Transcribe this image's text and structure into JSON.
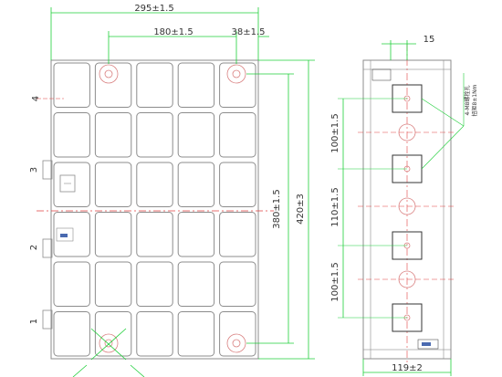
{
  "drawing": {
    "colors": {
      "outline": "#8c8c8c",
      "dimension": "#1fcf3a",
      "centerline": "#e04040",
      "ink": "#333333",
      "hole": "#d98080"
    },
    "front_view": {
      "dimensions": {
        "overall_width": "295±1.5",
        "hole_spacing": "180±1.5",
        "edge_offset": "38±1.5",
        "hole_vertical": "380±1.5",
        "overall_height": "420±3"
      },
      "row_labels": [
        "4",
        "3",
        "2",
        "1"
      ],
      "grid": {
        "columns": 5,
        "rows": 6
      }
    },
    "side_view": {
      "dimensions": {
        "top_offset": "15",
        "spacing_upper": "100±1.5",
        "spacing_middle": "110±1.5",
        "spacing_lower": "100±1.5",
        "overall_width": "119±2"
      },
      "callout": {
        "line1": "4-M8螺栓孔",
        "line2": "扭矩8±1Nm"
      }
    }
  }
}
